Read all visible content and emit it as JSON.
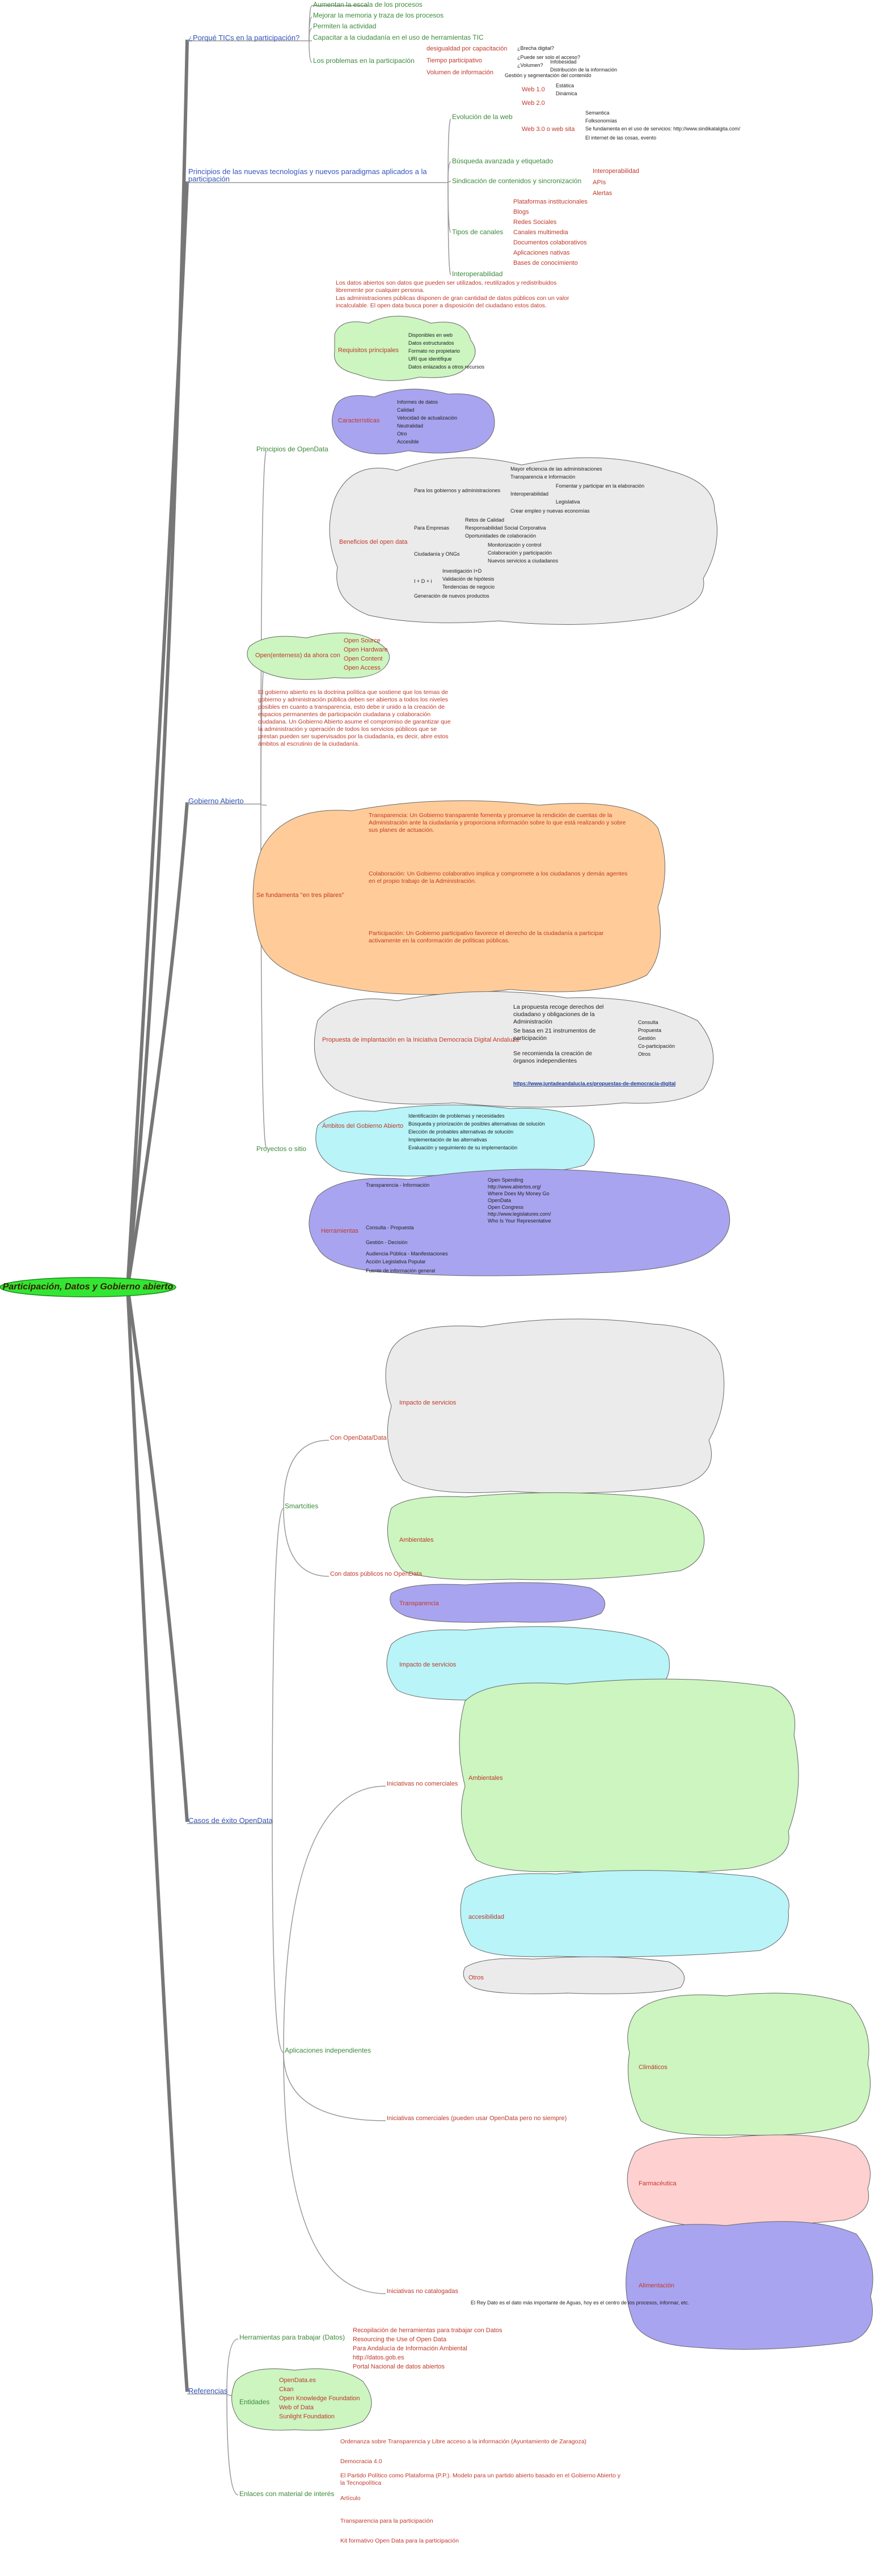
{
  "root": "Participación, Datos y Gobierno abierto",
  "branches": {
    "why_tics": {
      "label": "¿Porqué TICs en la participación?",
      "items": [
        "Aumentan la escala de los procesos",
        "Mejorar la memoria y traza de los procesos",
        "Permiten la actividad",
        "Capacitar a la ciudadanía en el uso de herramientas TIC",
        "Los problemas en la participación"
      ],
      "problems": [
        "desigualdad por capacitación",
        "Tiempo participativo",
        "Volumen de información"
      ],
      "problem_details": [
        "¿Brecha digital?",
        "¿Puede ser solo el acceso?",
        "¿Volumen?",
        "Infobesidad",
        "Distribución de la información",
        "Gestión y segmentación del contenido"
      ]
    },
    "principles": {
      "label": "Principios de las nuevas tecnologías y nuevos paradigmas aplicados a la participación",
      "evolution": "Evolución de la web",
      "web_versions": [
        "Web 1.0",
        "Web 2.0",
        "Web 3.0 o web sita"
      ],
      "web_details": [
        "Estática",
        "Dinámica",
        "Semantica",
        "Folksonomías",
        "Se fundamenta en el uso de servicios: http://www.sindikatalgita.com/",
        "El internet de las cosas, evento"
      ],
      "items": [
        "Búsqueda avanzada y etiquetado",
        "Sindicación de contenidos y sincronización",
        "Tipos de canales",
        "Interoperabilidad"
      ],
      "apis": [
        "Interoperabilidad",
        "APIs",
        "Alertas"
      ],
      "channels": [
        "Plataformas institucionales",
        "Blogs",
        "Redes Sociales",
        "Canales multimedia",
        "Documentos colaborativos",
        "Aplicaciones nativas",
        "Bases de conocimiento"
      ]
    },
    "open_gov": {
      "label": "Gobierno Abierto",
      "principios_label": "Principios de OpenData",
      "intro": [
        "Los datos abiertos son datos que pueden ser utilizados, reutilizados y redistribuidos libremente por cualquier persona.",
        "Las administraciones públicas disponen de gran cantidad de datos públicos con un valor incalculable. El open data busca poner a disposición del ciudadano estos datos."
      ],
      "clouds": [
        {
          "name": "Requisitos principales",
          "items": [
            "Disponibles en web",
            "Datos estructurados",
            "Formato no propietario",
            "URI que identifique",
            "Datos enlazados a otros recursos"
          ]
        },
        {
          "name": "Características",
          "items": [
            "Informes de datos",
            "Calidad",
            "Velocidad de actualización",
            "Neutralidad",
            "Otro",
            "Accesible"
          ]
        },
        {
          "name": "Beneficios del open data",
          "items": [
            "Para los gobiernos y administraciones",
            "Para Empresas",
            "Ciudadanía y ONGs",
            "I + D + i"
          ]
        }
      ],
      "benefits_details": [
        "Mayor eficiencia de las administraciones",
        "Transparencia e Información",
        "Fomentar y participar en la elaboración",
        "Interoperabilidad",
        "Legislativa",
        "Crear empleo y nuevas economías",
        "Retos de Calidad",
        "Responsabilidad Social Corporativa",
        "Oportunidades de colaboración",
        "Monitorización y control",
        "Colaboración y participación",
        "Nuevos servicios a ciudadanos",
        "Investigación I+D",
        "Validación de hipótesis",
        "Tendencias de negocio",
        "Generación de nuevos productos"
      ],
      "openness": "Open(enterness) da ahora con",
      "open_items": [
        "Open Source",
        "Open Hardware",
        "Open Content",
        "Open Access"
      ],
      "gov_paragraph": "El gobierno abierto es la doctrina política que sostiene que los temas de gobierno y administración pública deben ser abiertos a todos los niveles posibles en cuanto a transparencia, esto debe ir unido a la creación de espacios permanentes de participación ciudadana y colaboración ciudadana. Un Gobierno Abierto asume el compromiso de garantizar que la administración y operación de todos los servicios públicos que se prestan pueden ser supervisados por la ciudadanía, es decir, abre estos ámbitos al escrutinio de la ciudadanía.",
      "foundations_label": "Se fundamenta \"en tres pilares\"",
      "foundations": [
        "Transparencia: Un Gobierno transparente fomenta y promueve la rendición de cuentas de la Administración ante la ciudadanía y proporciona información sobre lo que está realizando y sobre sus planes de actuación.",
        "Colaboración: Un Gobierno colaborativo implica y compromete a los ciudadanos y demás agentes en el propio trabajo de la Administración.",
        "Participación: Un Gobierno participativo favorece el derecho de la ciudadanía a participar activamente en la conformación de políticas públicas."
      ],
      "project": "Propuesta de implantación en la Iniciativa Democracia Digital Andaluza",
      "project_items": [
        "La propuesta recoge derechos del ciudadano y obligaciones de la Administración",
        "Se basa en 21 instrumentos de participación",
        "Se recomienda la creación de órganos independientes",
        "Consulta",
        "Propuesta",
        "Gestión",
        "Co-participación",
        "Otros"
      ],
      "project_link": "https://www.juntadeandalucia.es/propuestas-de-democracia-digital",
      "examples_label": "Proyectos o sitio",
      "examples_cloud": [
        "Identificación de problemas y necesidades",
        "Búsqueda y priorización de posibles alternativas de solución",
        "Elección de probables alternativas de solución",
        "Implementación de las alternativas",
        "Evaluación y seguimiento de su implementación"
      ],
      "examples_name": "Ámbitos del Gobierno Abierto",
      "tools_name": "Herramientas",
      "tools": [
        "Transparencia - Información",
        "Consulta - Propuesta",
        "Gestión - Decisión",
        "Audiencia Pública - Manifestaciones",
        "Acción Legislativa Popular",
        "Fuente de información general"
      ],
      "tool_links": [
        "Open Spending",
        "http://www.abiertos.org/",
        "Where Does My Money Go",
        "OpenData",
        "Open Congress",
        "http://www.legislatures.com/",
        "Who Is Your Representative"
      ]
    },
    "cases": {
      "label": "Casos de éxito OpenData",
      "smart_label": "Smartcities",
      "open_data_label": "Con OpenData/Data",
      "datasets_label": "Con datos públicos no OpenData",
      "apps_label": "Aplicaciones independientes",
      "sub_labels": [
        "Iniciativas no comerciales",
        "Iniciativas comerciales (pueden usar OpenData pero no siempre)",
        "Iniciativas no catalogadas"
      ],
      "clouds": [
        "Impacto de servicios",
        "Ambientales",
        "Transparencia",
        "Impacto de servicios",
        "Ambientales",
        "accesibilidad",
        "Otros",
        "Climáticos",
        "Farmacéutica",
        "Alimentación"
      ],
      "bottom_note": "El Rey Dato es el dato más importante de Aguas, hoy es el centro de los procesos, informar, etc."
    },
    "refs": {
      "label": "Referencias",
      "tools_label": "Herramientas para trabajar (Datos)",
      "tools": [
        "Recopilación de herramientas para trabajar con Datos",
        "Resourcing the Use of Open Data",
        "Para Andalucía de Información Ambiental",
        "http://datos.gob.es",
        "Portal Nacional de datos abiertos"
      ],
      "entities_label": "Entidades",
      "entities": [
        "OpenData.es",
        "Ckan",
        "Open Knowledge Foundation",
        "Web of Data",
        "Sunlight Foundation"
      ],
      "docs_label": "Enlaces con material de interés",
      "docs": [
        "Ordenanza sobre Transparencia y Libre acceso a la información (Ayuntamiento de Zaragoza)",
        "Democracia 4.0",
        "El Partido Político como Plataforma (P.P.). Modelo para un partido abierto basado en el Gobierno Abierto y la Tecnopolítica",
        "Artículo",
        "Transparencia para la participación",
        "Kit formativo Open Data para la participación"
      ]
    }
  },
  "colors": {
    "root_fill": "#33e633",
    "category_blue": "#3355bb",
    "sub_green": "#3a8a3a",
    "leaf_red": "#c0392b",
    "cloud_green": "#ccf5c0",
    "cloud_purple": "#a9a4f0",
    "cloud_gray": "#ebebeb",
    "cloud_orange": "#ffcc99",
    "cloud_cyan": "#b8f4f8",
    "cloud_pink": "#ffd0d0"
  }
}
